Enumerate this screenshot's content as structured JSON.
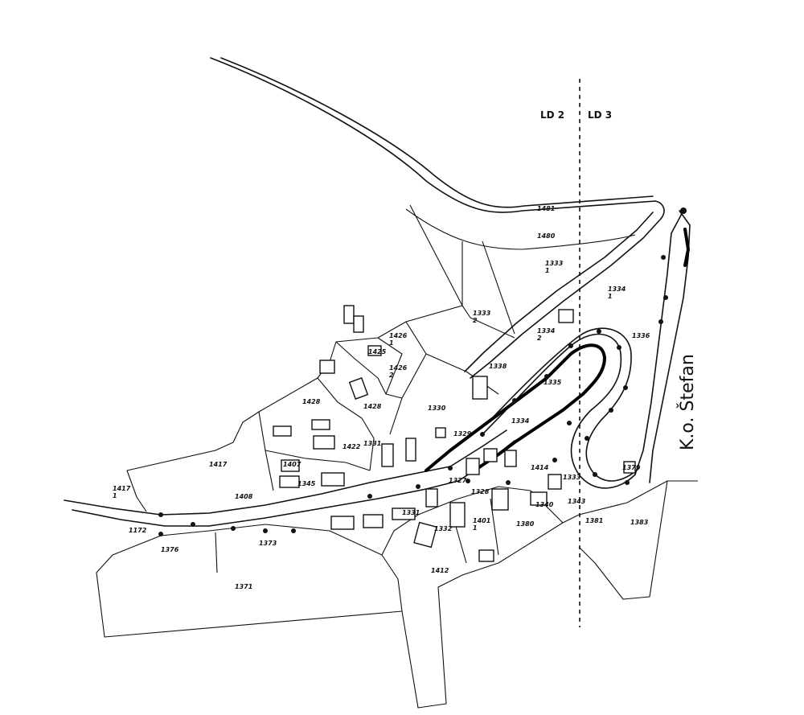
{
  "sheets": {
    "left": "LD 2",
    "right": "LD 3"
  },
  "cadastral_area": "K.o. Štefan",
  "parcel_labels": [
    "1481",
    "1480",
    "1333\n1",
    "1334\n1",
    "1333\n2",
    "1336",
    "1334\n2",
    "1335",
    "1426\n1",
    "1426\n2",
    "1425",
    "1428",
    "1428",
    "1330",
    "1338",
    "1331",
    "1422",
    "1417",
    "1407",
    "1408",
    "1345",
    "1334",
    "1328",
    "1327",
    "1329",
    "1401\n1",
    "1412",
    "1376",
    "1373",
    "1371",
    "1383",
    "1380",
    "1343",
    "1332",
    "1331",
    "1340",
    "1381",
    "1379",
    "1333",
    "1414",
    "1417\n1",
    "1172"
  ],
  "colors": {
    "ink": "#111111",
    "paper": "#ffffff"
  }
}
